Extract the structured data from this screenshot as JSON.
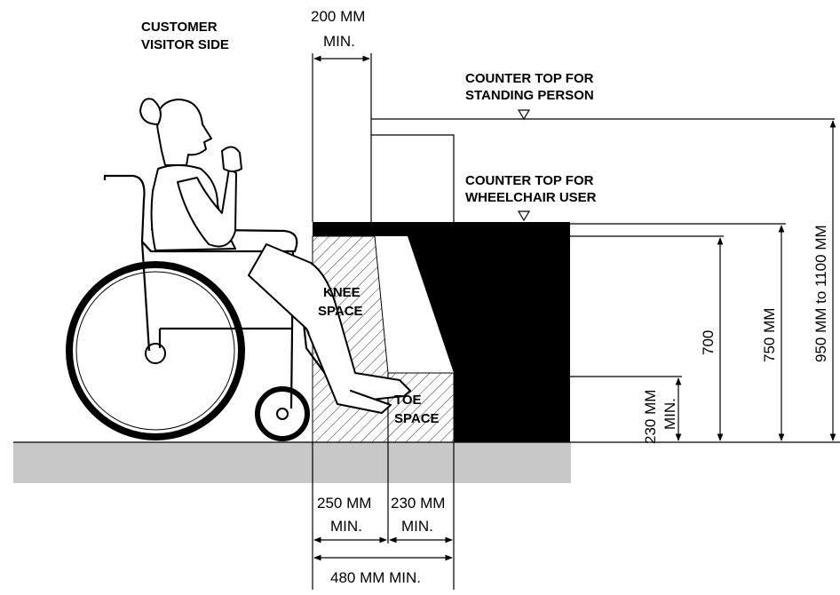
{
  "side_label": [
    "CUSTOMER",
    "VISITOR SIDE"
  ],
  "counter_standing": [
    "COUNTER TOP FOR",
    "STANDING PERSON"
  ],
  "counter_wheelchair": [
    "COUNTER TOP FOR",
    "WHEELCHAIR USER"
  ],
  "knee_space": [
    "KNEE",
    "SPACE"
  ],
  "toe_space": [
    "TOE",
    "SPACE"
  ],
  "dim_top": [
    "200 MM",
    "MIN."
  ],
  "dim_knee": [
    "250 MM",
    "MIN."
  ],
  "dim_toe": [
    "230 MM",
    "MIN."
  ],
  "dim_total": "480 MM MIN.",
  "dim_toe_height": [
    "230 MM",
    "MIN."
  ],
  "dim_700": "700",
  "dim_750": "750 MM",
  "dim_950": "950 MM to 1100 MM"
}
